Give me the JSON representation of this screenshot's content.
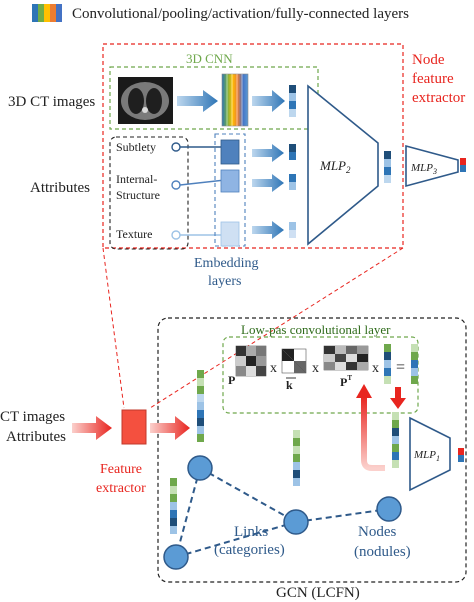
{
  "legend": {
    "text": "Convolutional/pooling/activation/fully-connected layers"
  },
  "extractor": {
    "cnn_label": "3D CNN",
    "ct_label": "3D CT images",
    "attributes_label": "Attributes",
    "subtlety": "Subtlety",
    "internal_1": "Internal-",
    "internal_2": "Structure",
    "texture": "Texture",
    "embed_1": "Embedding",
    "embed_2": "layers",
    "mlp2": "MLP",
    "mlp2_sub": "2",
    "mlp3": "MLP",
    "mlp3_sub": "3",
    "node_1": "Node",
    "node_2": "feature",
    "node_3": "extractor"
  },
  "gcn": {
    "lowpass": "Low-pas convolutional layer",
    "p": "P",
    "x1": "x",
    "k": "k",
    "x2": "x",
    "pt": "P",
    "pt_sup": "T",
    "x3": "x",
    "eq": "=",
    "mlp1": "MLP",
    "mlp1_sub": "1",
    "ct_in": "CT images",
    "attr_in": "Attributes",
    "fe_1": "Feature",
    "fe_2": "extractor",
    "links_1": "Links",
    "links_2": "(categories)",
    "nodes_1": "Nodes",
    "nodes_2": "(nodules)",
    "title": "GCN (LCFN)"
  },
  "colors": {
    "red": "#e8251f",
    "green": "#6fa84c",
    "blue_dark": "#2f5a8a",
    "blue_mid": "#4f81bd",
    "blue_light": "#9dc3e6",
    "node_fill": "#5b9bd5"
  }
}
